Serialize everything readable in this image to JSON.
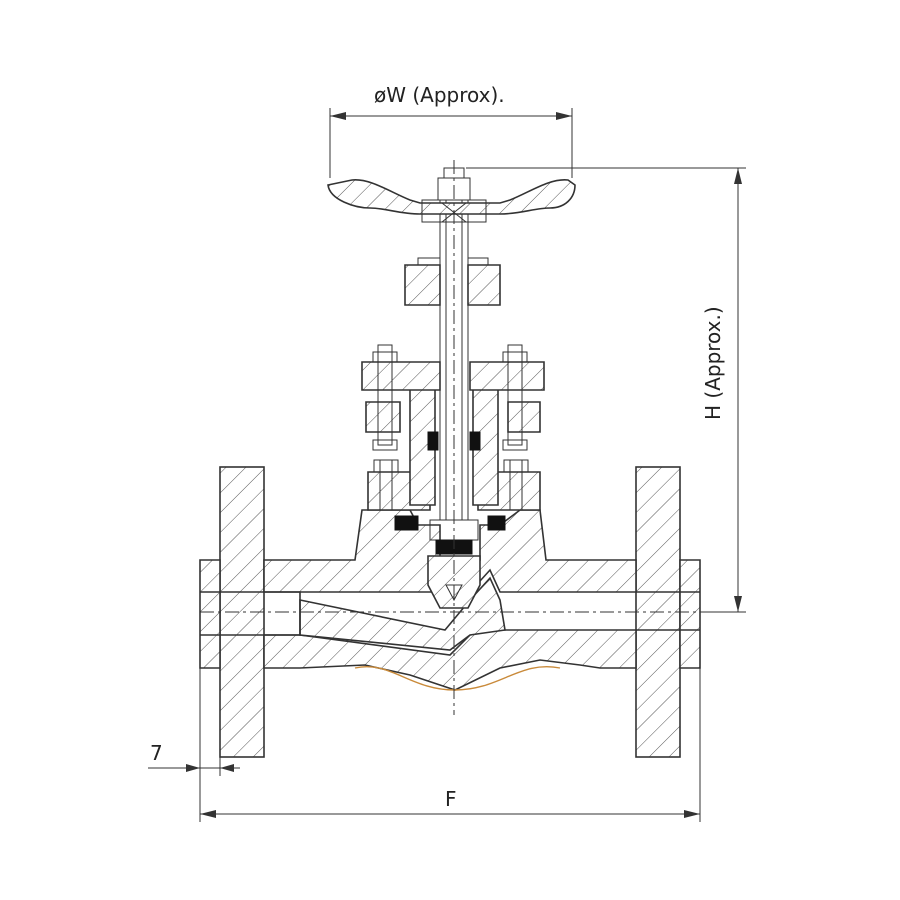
{
  "drawing": {
    "dimensions": {
      "handwheel_diameter_label": "øW (Approx).",
      "height_label": "H (Approx.)",
      "face_to_face_label": "F",
      "flange_thickness_label": "7"
    },
    "colors": {
      "line": "#333333",
      "packing": "#111111",
      "casting_edge": "#c98a3a",
      "background": "#ffffff"
    }
  }
}
